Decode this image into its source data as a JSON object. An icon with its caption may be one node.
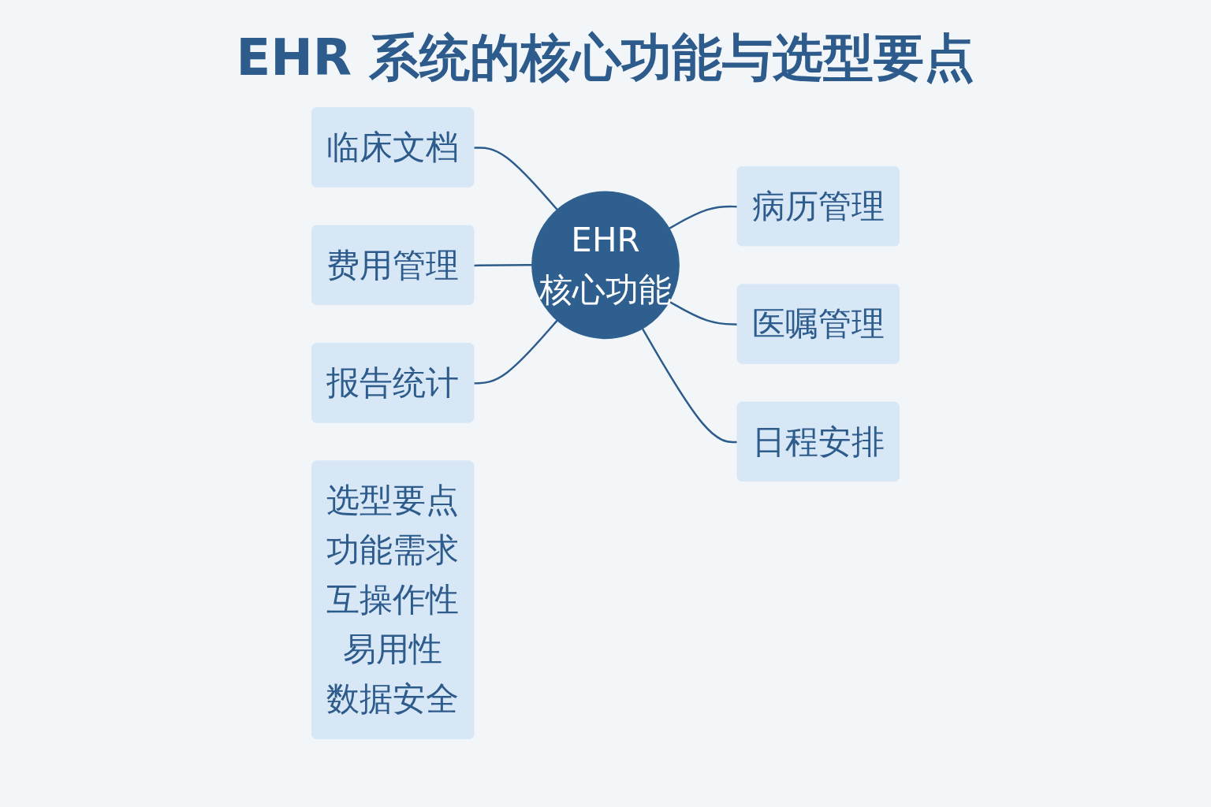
{
  "diagram": {
    "title": "EHR 系统的核心功能与选型要点",
    "nodes": [
      {
        "text": [
          "临床文档"
        ]
      },
      {
        "text": [
          "病历管理"
        ]
      },
      {
        "text": [
          "EHR",
          "核心功能"
        ]
      },
      {
        "text": [
          "费用管理"
        ]
      },
      {
        "text": [
          "医嘱管理"
        ]
      },
      {
        "text": [
          "报告统计"
        ]
      },
      {
        "text": [
          "日程安排"
        ]
      },
      {
        "text": [
          "选型要点",
          "功能需求",
          "互操作性",
          "易用性",
          "数据安全"
        ]
      }
    ],
    "edges": [
      {
        "from": 0,
        "to": 2,
        "arrow": "none"
      },
      {
        "from": 2,
        "to": 1,
        "arrow": "none"
      },
      {
        "from": 3,
        "to": 2,
        "arrow": "none"
      },
      {
        "from": 2,
        "to": 4,
        "arrow": "none"
      },
      {
        "from": 5,
        "to": 2,
        "arrow": "none"
      },
      {
        "from": 2,
        "to": 6,
        "arrow": "none"
      }
    ]
  }
}
